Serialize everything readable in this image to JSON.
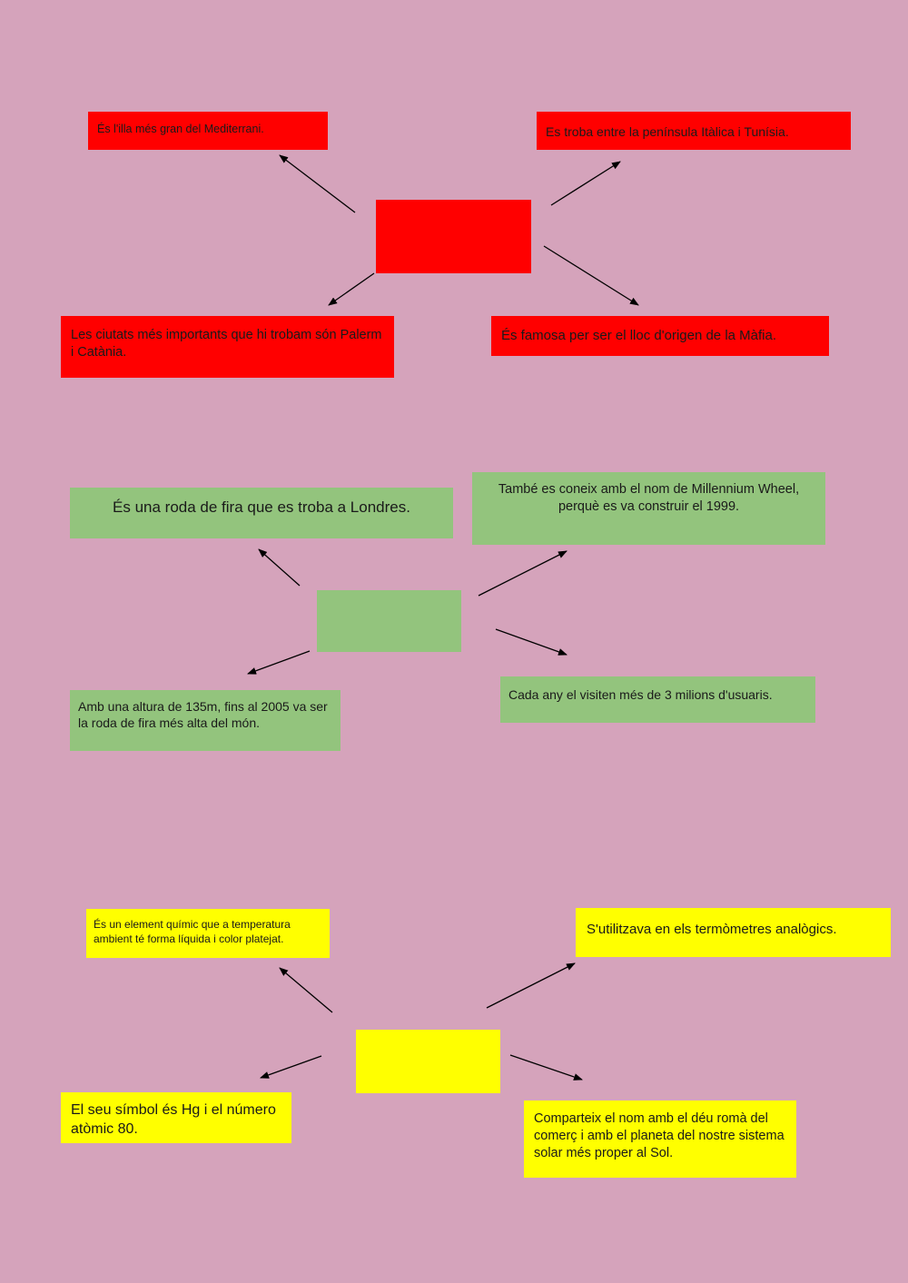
{
  "colors": {
    "background": "#d5a3bb",
    "red": "#ff0000",
    "green": "#93c47d",
    "yellow": "#ffff00",
    "arrow": "#000000"
  },
  "maps": [
    {
      "id": "sicilia",
      "center": "",
      "branches": [
        "És l'illa més gran del Mediterrani.",
        "Es troba entre la península Itàlica i Tunísia.",
        "Les ciutats més importants que hi trobam són Palerm i Catània.",
        "És famosa per ser el lloc d'origen de la Màfia."
      ]
    },
    {
      "id": "london-eye",
      "center": "",
      "branches": [
        "És una roda de fira que es troba a Londres.",
        "També es coneix amb el nom de Millennium Wheel, perquè es va construir el 1999.",
        "Amb una altura de 135m, fins al 2005 va ser la roda de fira més alta del món.",
        "Cada any el visiten més de 3 milions d'usuaris."
      ]
    },
    {
      "id": "mercuri",
      "center": "",
      "branches": [
        "És un element químic que a temperatura ambient té forma líquida i color platejat.",
        "S'utilitzava en els termòmetres analògics.",
        "El seu símbol és Hg i el número atòmic 80.",
        "Comparteix el nom amb el déu romà del comerç i amb el planeta del nostre sistema solar més proper al Sol."
      ]
    }
  ]
}
